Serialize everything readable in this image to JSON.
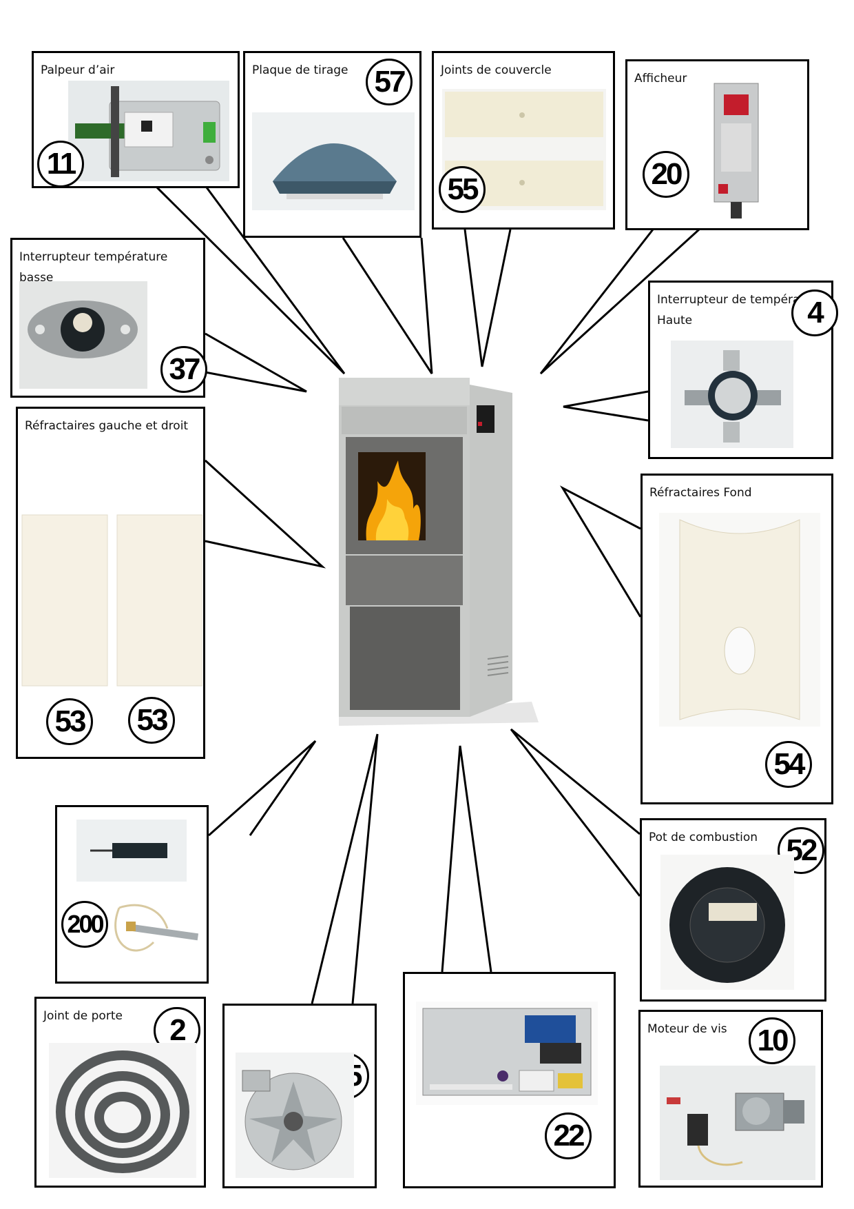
{
  "parts": [
    {
      "id": "palpeur",
      "label": "Palpeur d’air",
      "number": "11"
    },
    {
      "id": "plaque",
      "label": "Plaque de tirage",
      "number": "57"
    },
    {
      "id": "joints-couvercle",
      "label": "Joints de couvercle",
      "number": "55"
    },
    {
      "id": "afficheur",
      "label": "Afficheur",
      "number": "20"
    },
    {
      "id": "interrupteur-basse",
      "label": "Interrupteur température\nbasse",
      "number": "37"
    },
    {
      "id": "interrupteur-haute",
      "label": "Interrupteur de température\nHaute",
      "number": "4"
    },
    {
      "id": "refractaires-gd",
      "label": "Réfractaires gauche et droit",
      "number": "53"
    },
    {
      "id": "refractaires-fond",
      "label": "Réfractaires Fond",
      "number": "54"
    },
    {
      "id": "allumeur",
      "label": "",
      "number": "200"
    },
    {
      "id": "pot",
      "label": "Pot de combustion",
      "number": "52"
    },
    {
      "id": "joint-porte",
      "label": "Joint de porte",
      "number": "2"
    },
    {
      "id": "extracteur",
      "label": "",
      "number": "35"
    },
    {
      "id": "carte",
      "label": "",
      "number": "22"
    },
    {
      "id": "moteur",
      "label": "Moteur de vis",
      "number": "10"
    }
  ],
  "colors": {
    "outline": "#000000",
    "flame": "#f5a40a",
    "stone": "#c9cbc9",
    "body": "#6d6d6b"
  }
}
